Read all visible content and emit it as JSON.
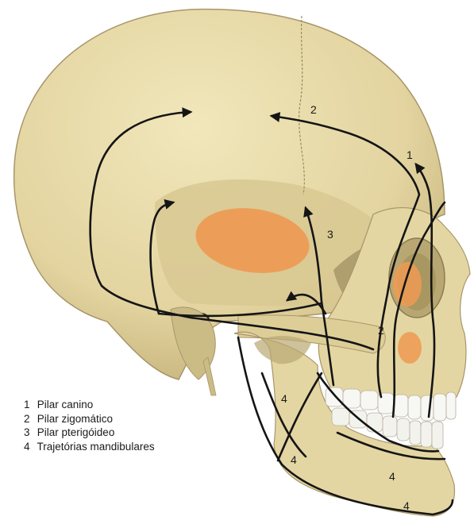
{
  "figure": {
    "colors": {
      "bone": "#e8dcaa",
      "bone_shadow": "#bfae79",
      "bone_dark": "#8c7c52",
      "orange_area": "#ee9a52",
      "line": "#151515",
      "teeth": "#f7f7f4"
    },
    "legend": [
      {
        "num": "1",
        "text": "Pilar canino"
      },
      {
        "num": "2",
        "text": "Pilar zigomático"
      },
      {
        "num": "3",
        "text": "Pilar pterigóideo"
      },
      {
        "num": "4",
        "text": "Trajetórias mandibulares"
      }
    ],
    "labels": {
      "pillar_1": "1",
      "pillar_2_top": "2",
      "pillar_2_cheek": "2",
      "pillar_3": "3",
      "mandible_a": "4",
      "mandible_b": "4",
      "mandible_c": "4",
      "mandible_d": "4"
    }
  }
}
